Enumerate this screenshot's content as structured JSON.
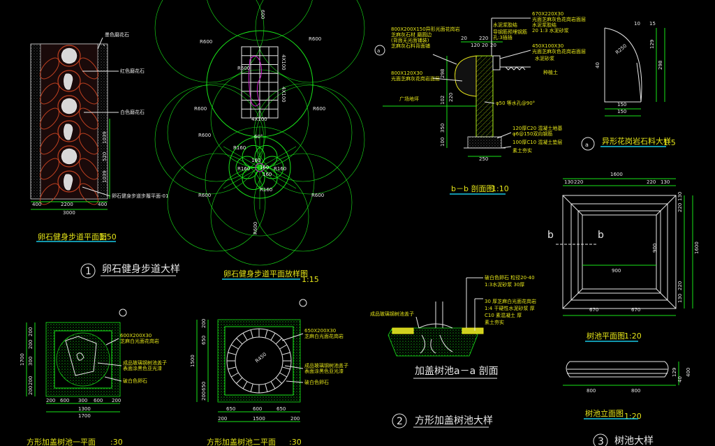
{
  "colors": {
    "background": "#000000",
    "green": "#19e619",
    "white": "#e8e8e8",
    "yellow": "#e6e619",
    "cyan": "#19c8e6",
    "magenta": "#d21ed2"
  },
  "d1": {
    "label_black_granite": "墨色磨花石",
    "label_red_granite": "红色磨花石",
    "label_white_granite": "白色磨花石",
    "label_bottom": "卵石健身步道步履平面-01",
    "dims_right": [
      "1039",
      "520",
      "1039"
    ],
    "dims_bottom": [
      "400",
      "2200",
      "400"
    ],
    "dim_total": "3000",
    "caption": "卵石健身步道平面图",
    "caption_scale": "1:50",
    "title_num": "1",
    "title": "卵石健身步道大样"
  },
  "d2": {
    "r_labels": [
      "R600",
      "R600",
      "R600",
      "R600",
      "R600",
      "R600",
      "R600",
      "R600",
      "R600",
      "R600"
    ],
    "dim_4x100": [
      "4X100",
      "4X100",
      "4X100"
    ],
    "dim_top": "600",
    "angle": "60°",
    "small_dims": [
      "160",
      "160",
      "160",
      "160"
    ],
    "r_small": [
      "R160",
      "R160",
      "R160",
      "R160"
    ],
    "caption": "卵石健身步道平面放样图",
    "caption_scale": "1:15"
  },
  "d3": {
    "notes_left": [
      "800X200X150异形光面花岗岩",
      "芝麻灰石材 磨圆边",
      "(背面无光面铺装)",
      "芝麻灰石料背面铺"
    ],
    "note_left2": [
      "800X120X30",
      "光面芝麻灰花岗岩面层"
    ],
    "notes_top": [
      "670X220X30",
      "光面芝麻灰色花岗岩面层",
      "水泥浆胶结",
      "20 1:3 水泥砂浆",
      "水泥浆胶结",
      "导钢筋预埋钢筋",
      "孔:3插插"
    ],
    "notes_right": [
      "450X100X30",
      "光面芝麻灰色花岗岩面层",
      "水泥砂浆",
      "种植土"
    ],
    "notes_bottom": [
      "φ50 等水孔@90°",
      "120厚C20 混凝土地基",
      "φ6@150双向钢筋",
      "100厚C10 混凝土垫层",
      "素土夯实"
    ],
    "label_lawn": "广场地坪",
    "dims_top": [
      "20",
      "120",
      "20",
      "20"
    ],
    "dim_top_total": "220",
    "dims_left": [
      "298",
      "102",
      "220",
      "350",
      "100"
    ],
    "dim_bottom": "250",
    "caption": "b－b 剖面图",
    "caption_scale": "1:10"
  },
  "d4": {
    "dims": [
      "R250",
      "129",
      "298",
      "40",
      "150",
      "150",
      "15",
      "10"
    ],
    "caption": "异形花岗岩石料大样",
    "caption_scale": "1:5",
    "ref": "a"
  },
  "d5": {
    "dims_top": [
      "130",
      "220",
      "220",
      "130"
    ],
    "dim_top_total": "1600",
    "dims_right": [
      "220",
      "130",
      "1600",
      "900",
      "220",
      "130"
    ],
    "dim_inner": "900",
    "dims_bottom": [
      "670",
      "670"
    ],
    "section_mark": "b",
    "caption": "树池平面图",
    "caption_scale": "1:20"
  },
  "d6": {
    "dims_bottom": [
      "800",
      "800"
    ],
    "dims_right": [
      "129",
      "40",
      "400"
    ],
    "caption": "树池立面图",
    "caption_scale": "1:20",
    "title_num": "3",
    "title": "树池大样"
  },
  "d7": {
    "notes": [
      "破白色卵石 粒径20-40",
      "1:3水泥砂浆 30厚",
      "30 厚芝麻白光面花岗岩",
      "1:4  干硬性水泥砂浆  厚",
      "C10  素混凝土  厚",
      "素土夯实"
    ],
    "note_left": "成品玻璃钢树池盖子",
    "caption": "加盖树池a－a 剖面",
    "title_num": "2",
    "title": "方形加盖树池大样"
  },
  "d8": {
    "notes": [
      "600X200X30",
      "芝麻白光面花岗岩"
    ],
    "notes2": [
      "成品玻璃钢树池盖子",
      "表面涂黑色亚光漆"
    ],
    "note3": "破白色卵石",
    "dims_left": [
      "200",
      "200",
      "1700",
      "300",
      "200",
      "200"
    ],
    "dims_bottom": [
      "200",
      "600",
      "300",
      "600",
      "200"
    ],
    "dim_mid": "1300",
    "dim_total": "1700",
    "caption": "方形加盖树池一平面",
    "caption_scale": ":30"
  },
  "d9": {
    "notes": [
      "650X200X30",
      "芝麻白光面花岗岩"
    ],
    "notes2": [
      "成品玻璃钢树池盖子",
      "表面涂黑色亚光漆"
    ],
    "note3": "破白色卵石",
    "dims_left": [
      "200",
      "650",
      "1500",
      "650",
      "200"
    ],
    "dims_bottom": [
      "650",
      "600",
      "650"
    ],
    "dim_r": "R450",
    "dims_total": [
      "200",
      "1500",
      "200"
    ],
    "caption": "方形加盖树池二平面",
    "caption_scale": ":30"
  }
}
